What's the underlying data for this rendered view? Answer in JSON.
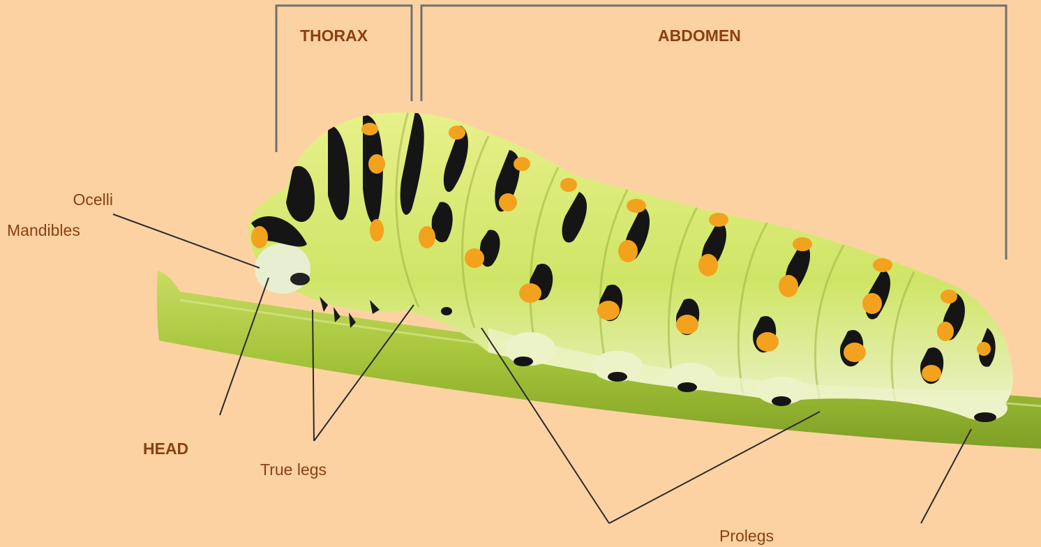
{
  "labels": {
    "thorax": "THORAX",
    "abdomen": "ABDOMEN",
    "ocelli": "Ocelli",
    "mandibles": "Mandibles",
    "head": "HEAD",
    "true_legs": "True legs",
    "prolegs": "Prolegs"
  },
  "colors": {
    "background": "#fdd2a3",
    "section_label": "#8b3f0f",
    "part_label": "#8b3f0f",
    "bracket_line": "#6f6f6f",
    "pointer_line": "#2a2a2a",
    "stem": "#a4c43a",
    "body": "#d9ec6c",
    "black_band": "#151515",
    "orange_spot": "#f3a21e",
    "belly": "#edf3c8"
  },
  "icons": {
    "main_figure": "caterpillar-illustration"
  }
}
